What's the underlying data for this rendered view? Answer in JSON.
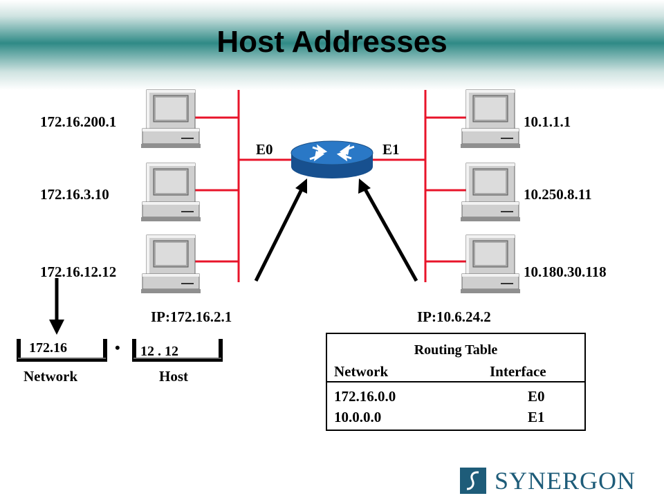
{
  "title": "Host Addresses",
  "left_hosts": [
    "172.16.200.1",
    "172.16.3.10",
    "172.16.12.12"
  ],
  "right_hosts": [
    "10.1.1.1",
    "10.250.8.11",
    "10.180.30.118"
  ],
  "router": {
    "left_interface": "E0",
    "right_interface": "E1",
    "left_ip": "IP:172.16.2.1",
    "right_ip": "IP:10.6.24.2"
  },
  "address_breakdown": {
    "network_value": "172.16",
    "separator": "•",
    "host_value": "12 . 12",
    "network_label": "Network",
    "host_label": "Host"
  },
  "routing_table": {
    "title": "Routing Table",
    "headers": [
      "Network",
      "Interface"
    ],
    "rows": [
      {
        "network": "172.16.0.0",
        "interface": "E0"
      },
      {
        "network": "10.0.0.0",
        "interface": "E1"
      }
    ]
  },
  "logo_text": "SYNERGON",
  "colors": {
    "link": "#e8142a",
    "router": "#1f66b0",
    "brand": "#1e5c79"
  }
}
